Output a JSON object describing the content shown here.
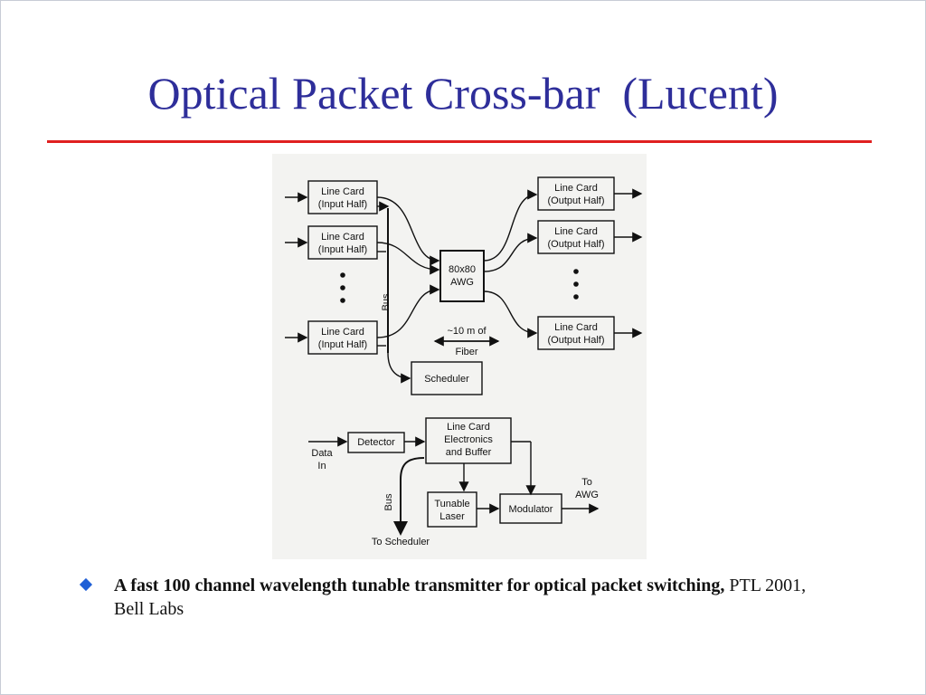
{
  "slide": {
    "title": "Optical Packet Cross-bar  (Lucent)",
    "rule_color": "#e02020",
    "title_color": "#2e2e9a"
  },
  "diagram": {
    "input_cards": [
      {
        "line1": "Line Card",
        "line2": "(Input Half)"
      },
      {
        "line1": "Line Card",
        "line2": "(Input Half)"
      },
      {
        "line1": "Line Card",
        "line2": "(Input Half)"
      }
    ],
    "output_cards": [
      {
        "line1": "Line Card",
        "line2": "(Output Half)"
      },
      {
        "line1": "Line Card",
        "line2": "(Output Half)"
      },
      {
        "line1": "Line Card",
        "line2": "(Output Half)"
      }
    ],
    "awg": {
      "line1": "80x80",
      "line2": "AWG"
    },
    "bus_label": "Bus",
    "fiber": {
      "line1": "~10 m of",
      "line2": "Fiber"
    },
    "scheduler": "Scheduler",
    "detector": "Detector",
    "data_in": {
      "line1": "Data",
      "line2": "In"
    },
    "electronics": {
      "line1": "Line Card",
      "line2": "Electronics",
      "line3": "and Buffer"
    },
    "bus_label_2": "Bus",
    "tunable_laser": {
      "line1": "Tunable",
      "line2": "Laser"
    },
    "modulator": "Modulator",
    "to_awg": {
      "line1": "To",
      "line2": "AWG"
    },
    "to_scheduler": "To Scheduler"
  },
  "bullet": {
    "marker_color": "#1f5fd6",
    "bold_text": "A fast 100 channel wavelength tunable transmitter for optical packet switching,",
    "normal_text": " PTL 2001, Bell Labs"
  }
}
